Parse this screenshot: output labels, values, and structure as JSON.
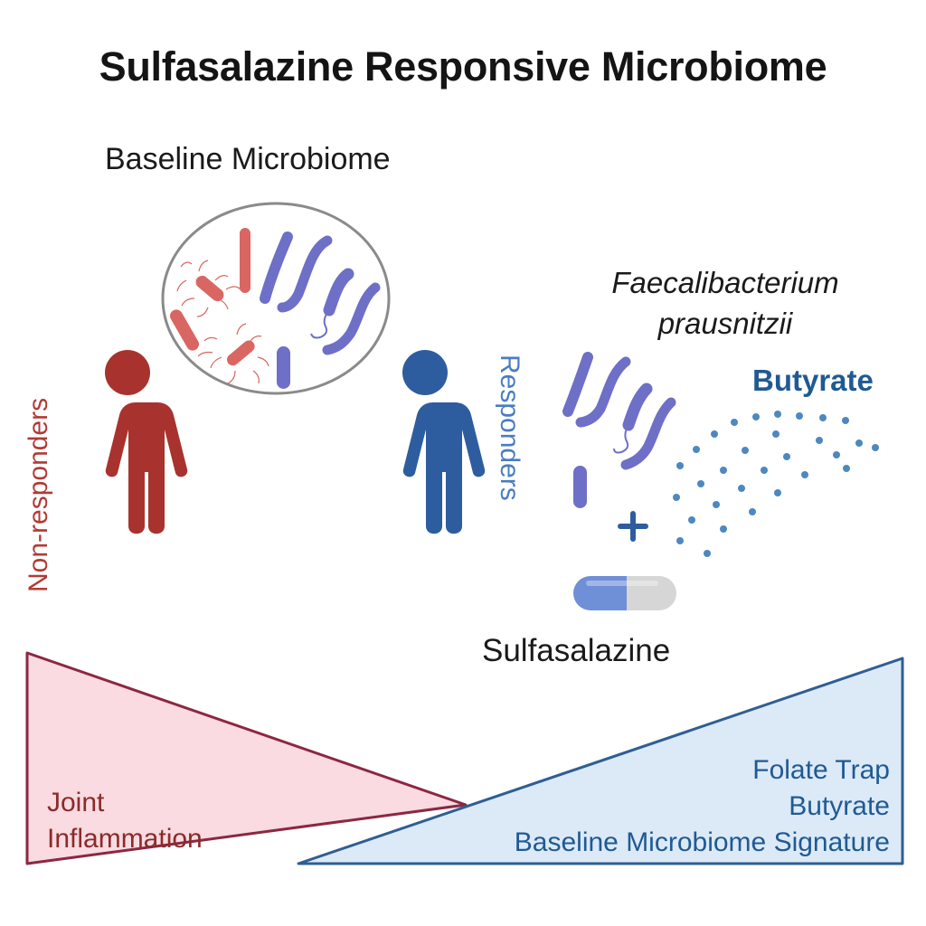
{
  "title": "Sulfasalazine Responsive Microbiome",
  "baseline_label": "Baseline Microbiome",
  "groups": {
    "non_responders": "Non-responders",
    "responders": "Responders"
  },
  "species": {
    "line1": "Faecalibacterium",
    "line2": "prausnitzii"
  },
  "metabolite": "Butyrate",
  "drug": "Sulfasalazine",
  "outcomes": {
    "non_responders": [
      "Joint",
      "Inflammation"
    ],
    "responders": [
      "Folate Trap",
      "Butyrate",
      "Baseline Microbiome Signature"
    ]
  },
  "colors": {
    "non_responder_red": "#a8332e",
    "responder_blue": "#2e5d9f",
    "bacteria_purple": "#6e6fc6",
    "pink_fill": "#f9dbe1",
    "blue_fill": "#dce9f7",
    "pink_stroke": "#8c2742",
    "blue_stroke": "#2f5e93"
  },
  "icons": [
    "person-icon",
    "rod-bacterium-icon",
    "flagellated-bacterium-icon",
    "capsule-icon",
    "plus-icon"
  ]
}
